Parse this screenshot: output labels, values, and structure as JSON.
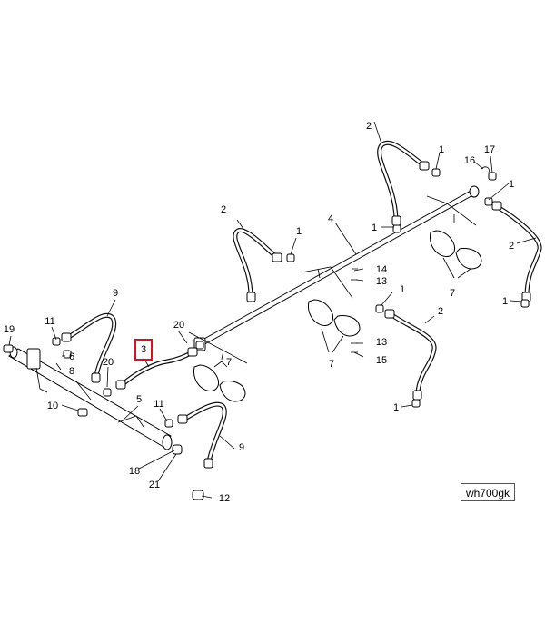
{
  "drawing_ref": "wh700gk",
  "highlighted_callout": "3",
  "callouts": {
    "c1a": "1",
    "c1b": "1",
    "c1c": "1",
    "c1d": "1",
    "c1e": "1",
    "c1f": "1",
    "c1g": "1",
    "c2a": "2",
    "c2b": "2",
    "c2c": "2",
    "c2d": "2",
    "c3": "3",
    "c4": "4",
    "c5": "5",
    "c6": "6",
    "c7a": "7",
    "c7b": "7",
    "c7c": "7",
    "c8": "8",
    "c9a": "9",
    "c9b": "9",
    "c10": "10",
    "c11a": "11",
    "c11b": "11",
    "c12": "12",
    "c13a": "13",
    "c13b": "13",
    "c14": "14",
    "c15": "15",
    "c16": "16",
    "c17": "17",
    "c18": "18",
    "c19": "19",
    "c20a": "20",
    "c20b": "20",
    "c21": "21"
  }
}
